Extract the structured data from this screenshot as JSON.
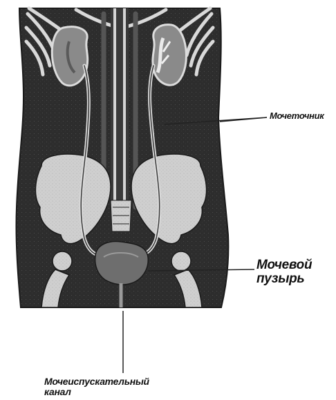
{
  "labels": {
    "ureter": "Мочеточник",
    "bladder_line1": "Мочевой",
    "bladder_line2": "пузырь",
    "urethra_line1": "Мочеиспускательный",
    "urethra_line2": "канал"
  },
  "colors": {
    "background": "#ffffff",
    "body_dark": "#2a2a2a",
    "bone_light": "#c9c9c9",
    "ureter_light": "#d8d8d8",
    "pointer_line": "#222222"
  }
}
